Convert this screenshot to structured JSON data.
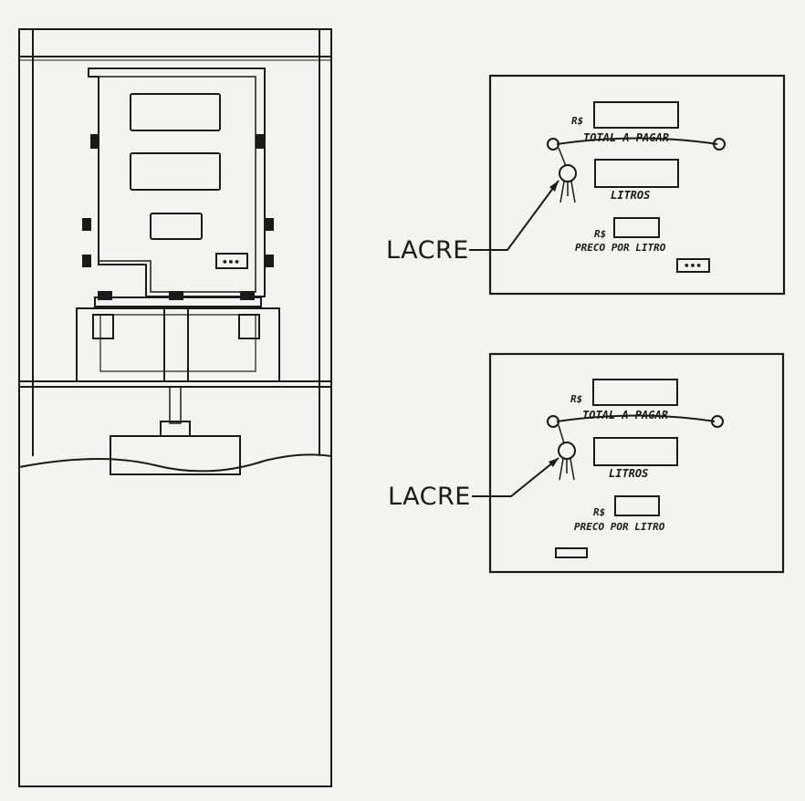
{
  "seal_label": "LACRE",
  "panels": [
    {
      "currency": "R$",
      "total_label": "TOTAL A PAGAR",
      "liters_label": "LITROS",
      "price_currency": "R$",
      "price_label": "PRECO POR LITRO",
      "indicator_text": "•••"
    },
    {
      "currency": "R$",
      "total_label": "TOTAL A PAGAR",
      "liters_label": "LITROS",
      "price_currency": "R$",
      "price_label": "PRECO POR LITRO"
    }
  ],
  "pump_indicator_text": "•••",
  "colors": {
    "line": "#1a1a1a",
    "paper": "#f3f3f1"
  }
}
